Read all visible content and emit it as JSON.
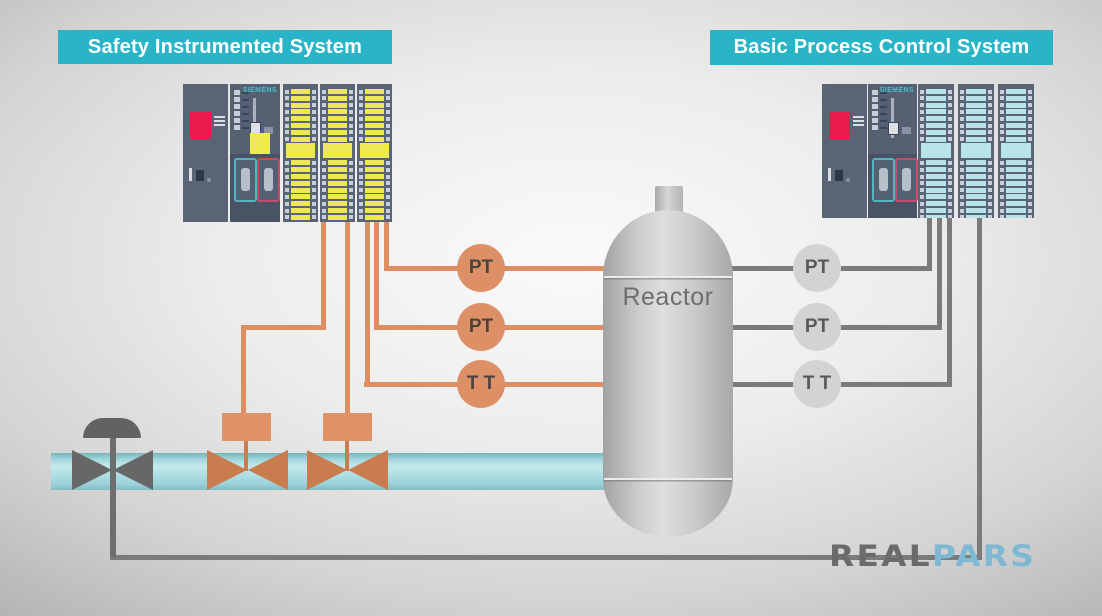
{
  "banners": {
    "sis": "Safety Instrumented System",
    "bpcs": "Basic Process Control System"
  },
  "plc_brand": "SIEMENS",
  "reactor_label": "Reactor",
  "transmitters": {
    "sis": [
      {
        "label": "PT"
      },
      {
        "label": "PT"
      },
      {
        "label": "T T"
      }
    ],
    "bpcs": [
      {
        "label": "PT"
      },
      {
        "label": "PT"
      },
      {
        "label": "T T"
      }
    ]
  },
  "logo": {
    "real": "REAL",
    "pars": "PARS"
  },
  "colors": {
    "banner_teal": "#2ab4c8",
    "sis_wire_orange": "#dd8f63",
    "sis_transmitter_fill": "#dd9066",
    "sis_valve_orange": "#c97c4e",
    "sis_actuator_orange": "#e09266",
    "bpcs_wire_gray": "#7b7b7b",
    "bpcs_transmitter_fill": "#d3d3d3",
    "manual_valve_gray": "#676767",
    "pipe_cyan": "#aadde3",
    "plc_body": "#5a6477",
    "io_strip_sis_yellow": "#eee952",
    "io_strip_bpcs_cyan": "#b9e3ea",
    "psu_label_red": "#ea1b4c",
    "brand_teal": "#45c0cf",
    "logo_real_gray": "#6a6b6d",
    "logo_pars_blue": "#7fb8d2"
  }
}
